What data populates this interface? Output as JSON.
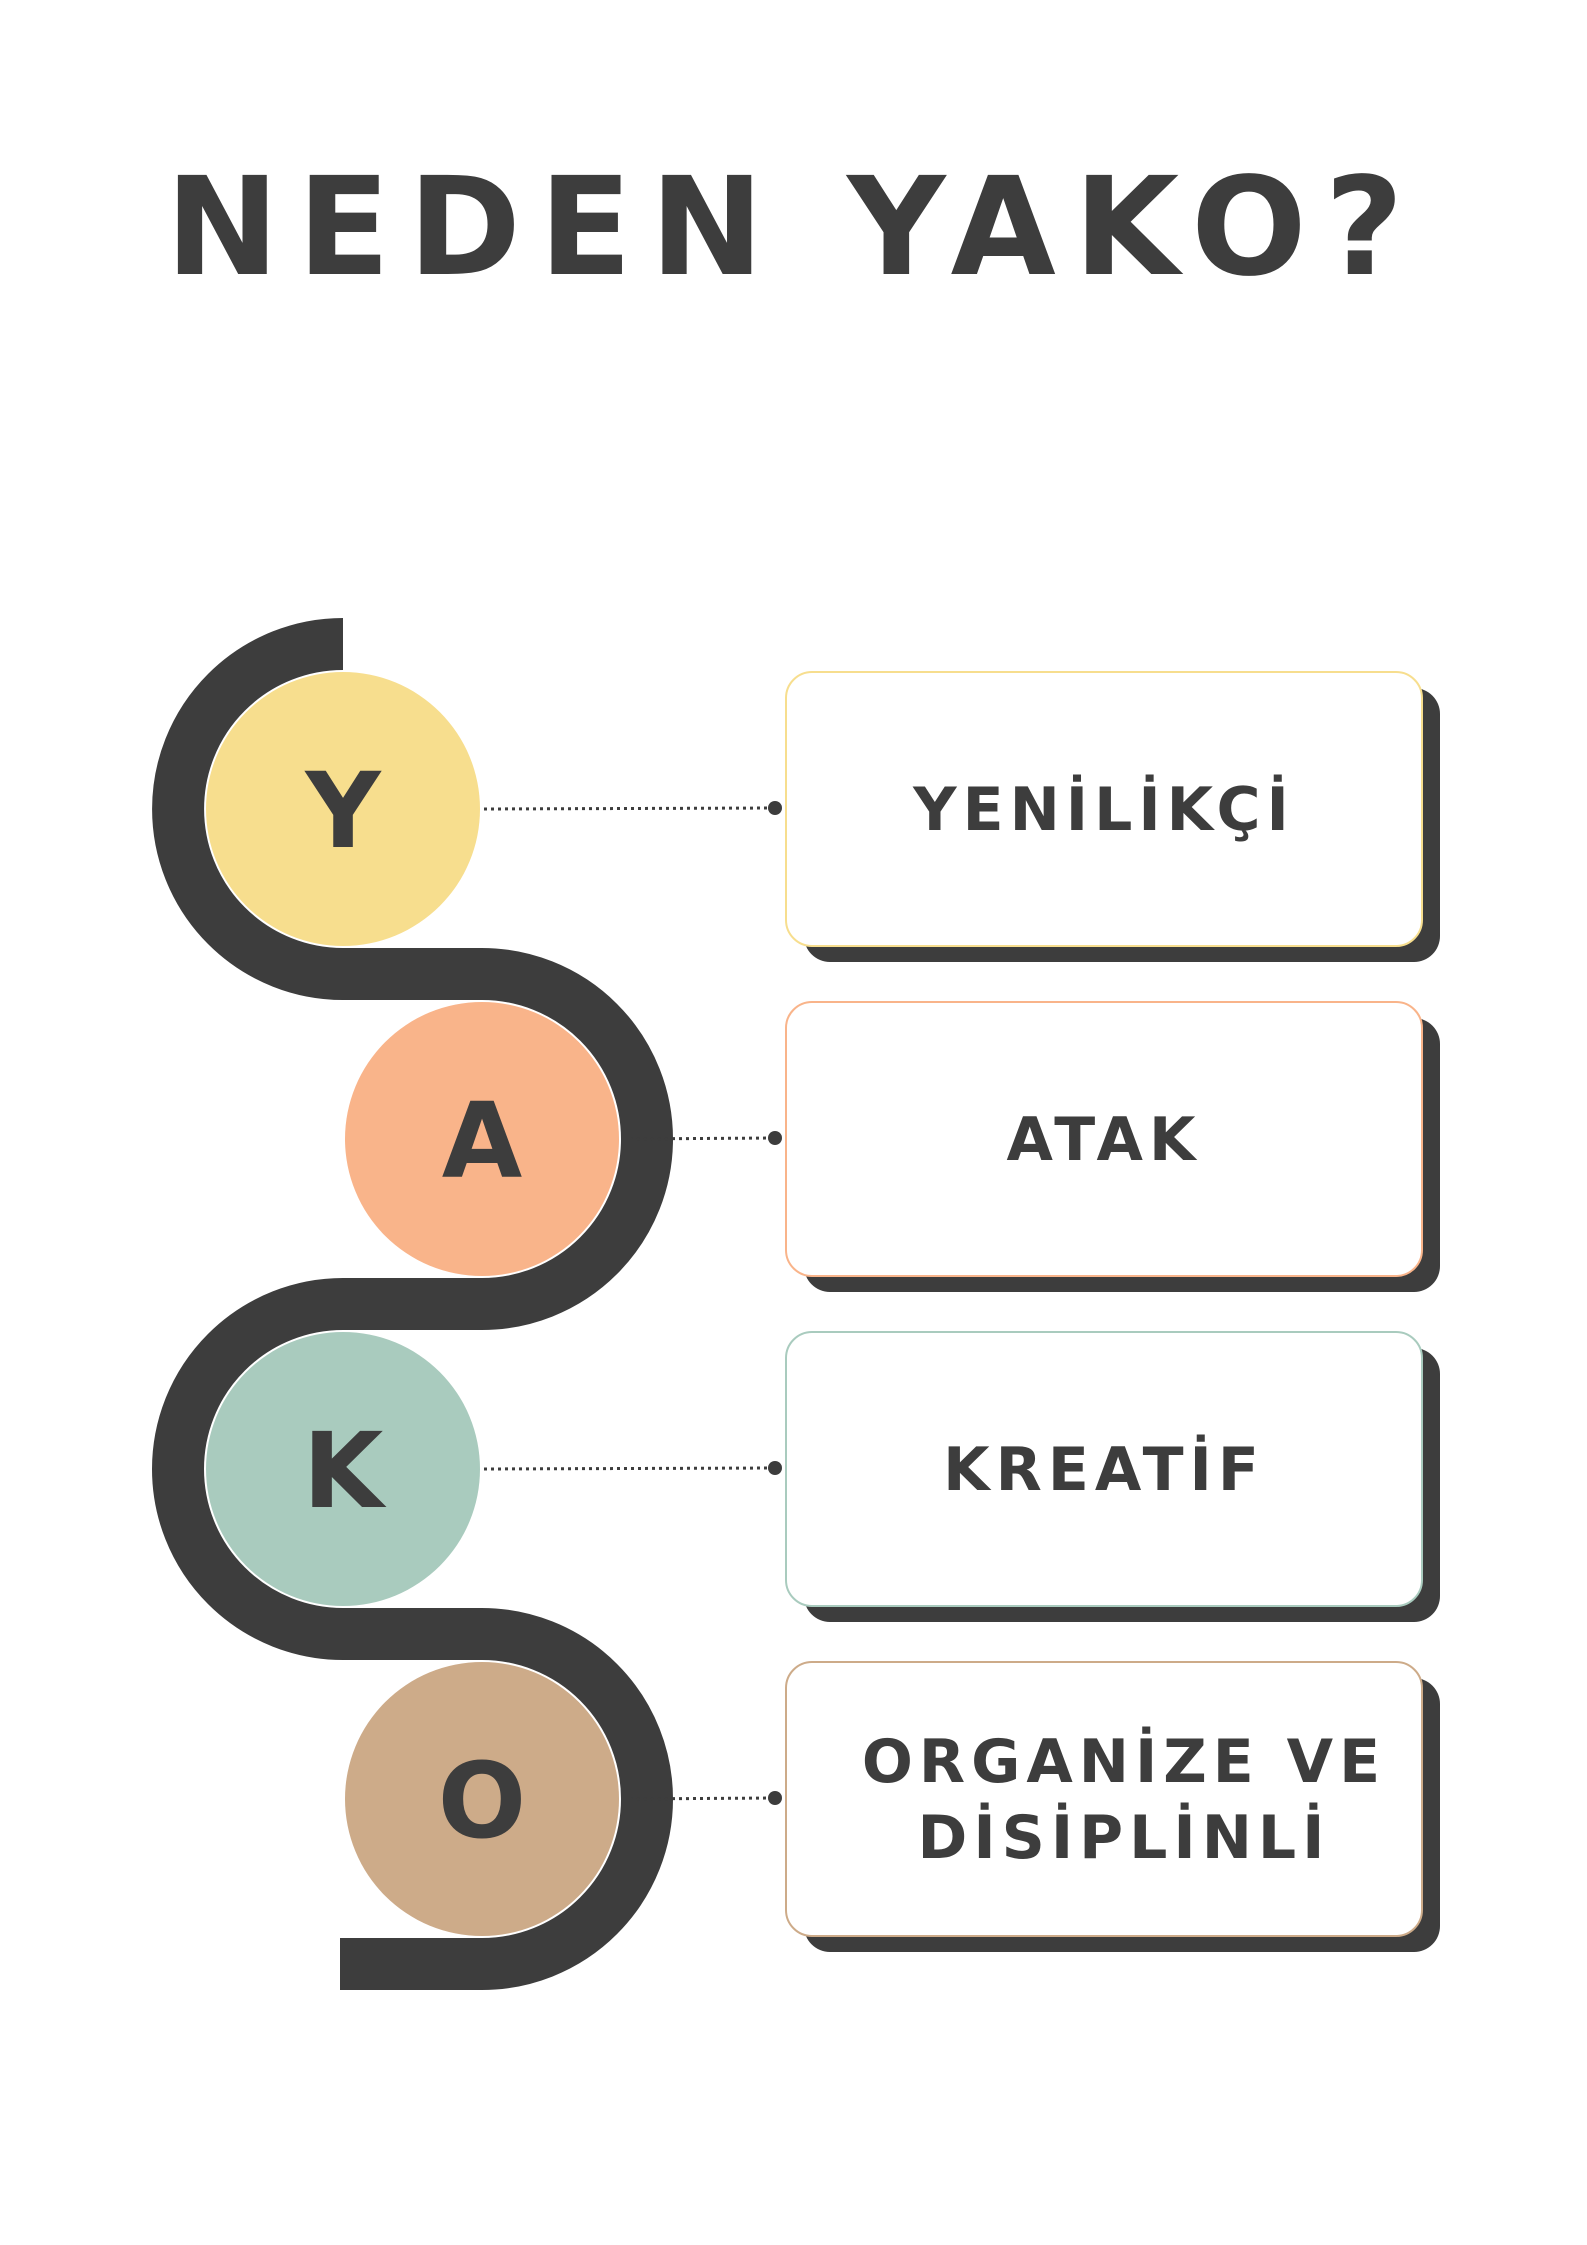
{
  "title": "NEDEN YAKO?",
  "colors": {
    "ink": "#3d3d3d",
    "y": "#f7de8e",
    "a": "#f9b48a",
    "k": "#a9cbbe",
    "o": "#cdab89",
    "card_fill": "#ffffff",
    "card_shadow": "#3d3d3d"
  },
  "items": [
    {
      "letter": "Y",
      "lines": [
        "YENİLİKÇİ"
      ],
      "color_key": "y"
    },
    {
      "letter": "A",
      "lines": [
        "ATAK"
      ],
      "color_key": "a"
    },
    {
      "letter": "K",
      "lines": [
        "KREATİF"
      ],
      "color_key": "k"
    },
    {
      "letter": "O",
      "lines": [
        "ORGANİZE VE",
        "DİSİPLİNLİ"
      ],
      "color_key": "o"
    }
  ]
}
